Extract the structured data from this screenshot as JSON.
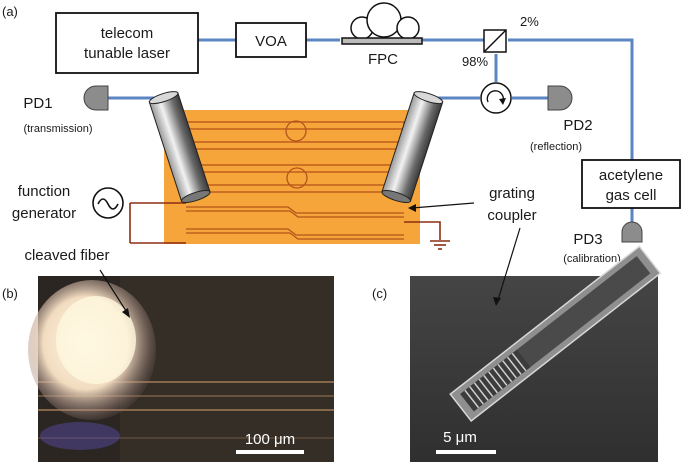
{
  "panels": {
    "a": "(a)",
    "b": "(b)",
    "c": "(c)"
  },
  "components": {
    "laser_line1": "telecom",
    "laser_line2": "tunable laser",
    "voa": "VOA",
    "fpc": "FPC",
    "split_2": "2%",
    "split_98": "98%",
    "pd1": "PD1",
    "pd1_desc": "(transmission)",
    "pd2": "PD2",
    "pd2_desc": "(reflection)",
    "gas_line1": "acetylene",
    "gas_line2": "gas cell",
    "pd3": "PD3",
    "pd3_desc": "(calibration)",
    "func_line1": "function",
    "func_line2": "generator",
    "grating_line1": "grating",
    "grating_line2": "coupler",
    "cleaved_fiber": "cleaved fiber"
  },
  "scalebars": {
    "b": "100 μm",
    "c": "5 μm"
  },
  "colors": {
    "fiber": "#5b86c3",
    "chip": "#f5a53a",
    "electrical": "#8b2e12",
    "waveguide": "#b5541b"
  }
}
